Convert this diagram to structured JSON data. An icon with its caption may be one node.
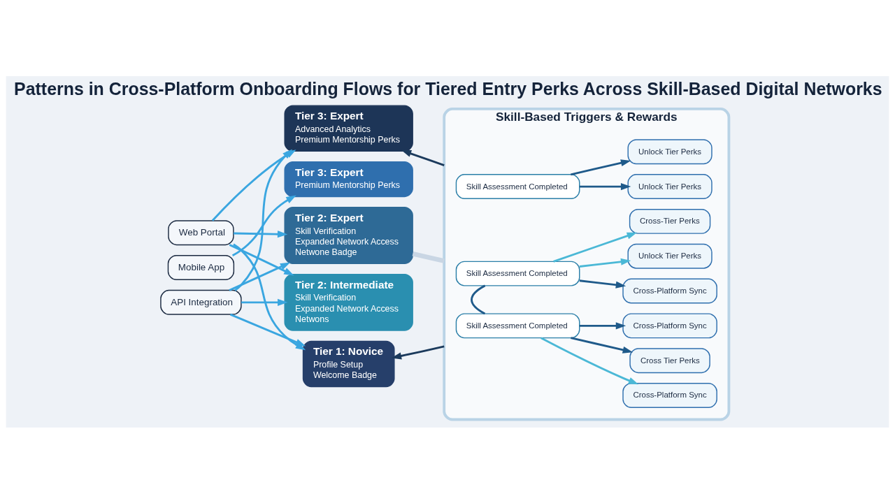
{
  "diagram": {
    "title": "Patterns in Cross-Platform Onboarding Flows for Tiered Entry Perks Across Skill-Based Digital Networks",
    "nodes": [
      {
        "text": [
          "Web Portal"
        ]
      },
      {
        "text": [
          "Mobile App"
        ]
      },
      {
        "text": [
          "API Integration"
        ]
      },
      {
        "text": [
          "Tier 3: Expert",
          "Advanced Analytics",
          "Premium Mentorship Perks"
        ]
      },
      {
        "text": [
          "Tier 3: Expert",
          "Premium Mentorship Perks"
        ]
      },
      {
        "text": [
          "Tier 2: Expert",
          "Skill Verification",
          "Expanded Network Access",
          "Netwone Badge"
        ]
      },
      {
        "text": [
          "Tier 2: Intermediate",
          "Skill Verification",
          "Expanded Network Access",
          "Netwons"
        ]
      },
      {
        "text": [
          "Tier 1: Novice",
          "Profile Setup",
          "Welcome Badge"
        ]
      },
      {
        "text": [
          "Skill-Based Triggers & Rewards"
        ]
      },
      {
        "text": [
          "Skill Assessment Completed"
        ],
        "in": 8
      },
      {
        "text": [
          "Skill Assessment Completed"
        ],
        "in": 8
      },
      {
        "text": [
          "Skill Assessment Completed"
        ],
        "in": 8
      },
      {
        "text": [
          "Unlock Tier Perks"
        ],
        "in": 8
      },
      {
        "text": [
          "Unlock Tier Perks"
        ],
        "in": 8
      },
      {
        "text": [
          "Unlock Tier Perks"
        ],
        "in": 8
      },
      {
        "text": [
          "Cross-Platform Sync"
        ],
        "in": 8
      },
      {
        "text": [
          "Cross-Tier Perks"
        ],
        "in": 8
      },
      {
        "text": [
          "Cross Tier Perks"
        ],
        "in": 8
      },
      {
        "text": [
          "Cross-Platform Sync"
        ],
        "in": 8
      },
      {
        "text": [
          "Cross-Platform Sync"
        ],
        "in": 8
      }
    ],
    "edges": [
      {
        "from": 0,
        "to": 3,
        "arrow": "to"
      },
      {
        "from": 0,
        "to": 5,
        "arrow": "to"
      },
      {
        "from": 0,
        "to": 6,
        "arrow": "to"
      },
      {
        "from": 0,
        "to": 7,
        "arrow": "to"
      },
      {
        "from": 1,
        "to": 4,
        "arrow": "to"
      },
      {
        "from": 2,
        "to": 3,
        "arrow": "to"
      },
      {
        "from": 2,
        "to": 5,
        "arrow": "to"
      },
      {
        "from": 2,
        "to": 6,
        "arrow": "to"
      },
      {
        "from": 2,
        "to": 7,
        "arrow": "to"
      },
      {
        "from": 8,
        "to": 3,
        "arrow": "to",
        "color": "#1b3a5c"
      },
      {
        "from": 8,
        "to": 5,
        "arrow": "none",
        "style": "thick",
        "color": "#c9d6e4"
      },
      {
        "from": 8,
        "to": 7,
        "arrow": "to",
        "color": "#1b3a5c"
      },
      {
        "from": 9,
        "to": 12,
        "arrow": "to",
        "color": "#1f5a8a"
      },
      {
        "from": 9,
        "to": 13,
        "arrow": "to",
        "color": "#1f5a8a"
      },
      {
        "from": 10,
        "to": 14,
        "arrow": "to",
        "color": "#4bb8d6"
      },
      {
        "from": 10,
        "to": 15,
        "arrow": "to",
        "color": "#1f5a8a"
      },
      {
        "from": 10,
        "to": 16,
        "arrow": "to",
        "color": "#4bb8d6"
      },
      {
        "from": 11,
        "to": 17,
        "arrow": "to",
        "color": "#1f5a8a"
      },
      {
        "from": 11,
        "to": 18,
        "arrow": "to",
        "color": "#4bb8d6"
      },
      {
        "from": 11,
        "to": 19,
        "arrow": "to",
        "color": "#1f5a8a"
      },
      {
        "from": 10,
        "to": 11,
        "arrow": "none",
        "color": "#1f5a8a"
      }
    ]
  }
}
